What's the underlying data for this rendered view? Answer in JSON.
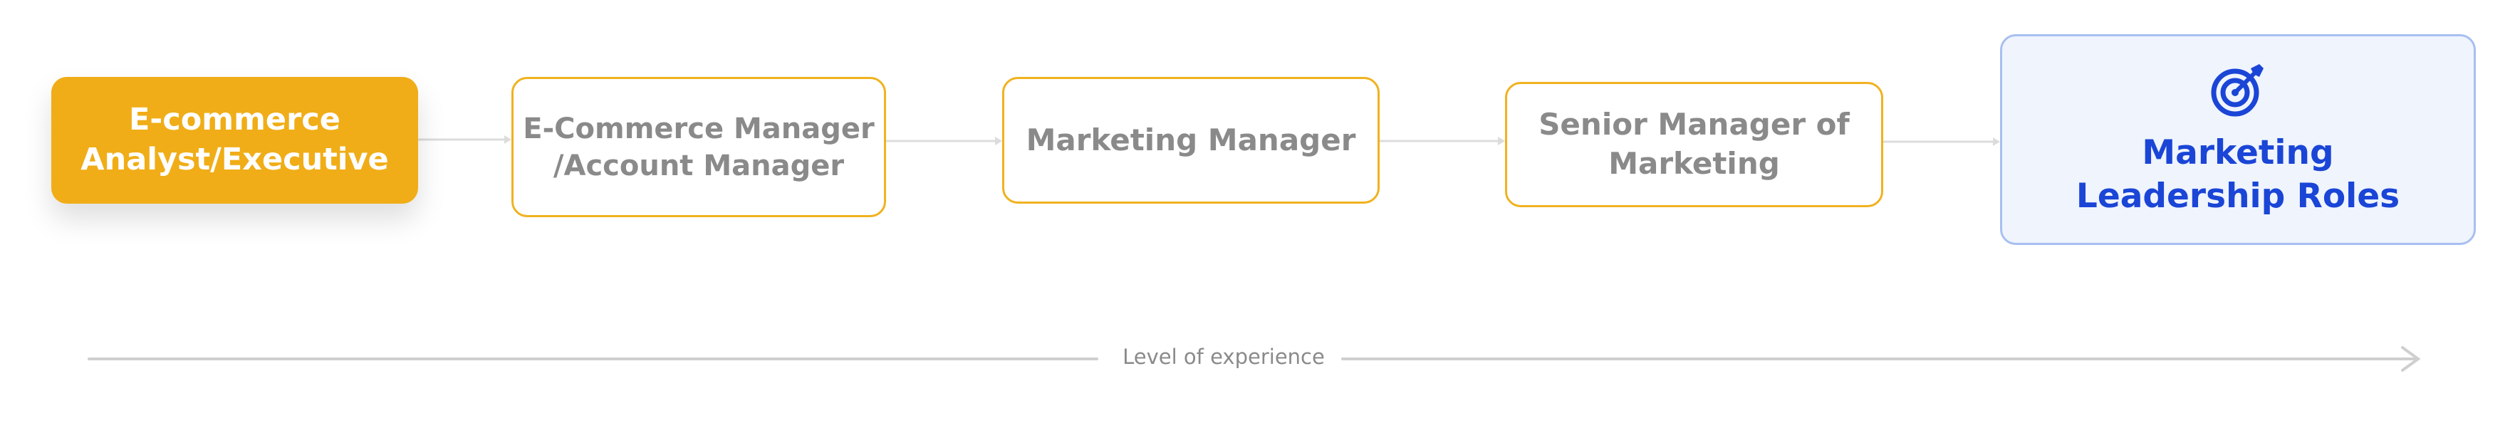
{
  "steps": [
    {
      "label": "E-commerce\nAnalyst/Executive"
    },
    {
      "label": "E-Commerce Manager\n/Account Manager"
    },
    {
      "label": "Marketing Manager"
    },
    {
      "label": "Senior Manager of\nMarketing"
    },
    {
      "label": "Marketing\nLeadership Roles",
      "icon": "target-icon"
    }
  ],
  "axis": {
    "label": "Level of experience"
  },
  "colors": {
    "primary_fill": "#f0ad17",
    "step_border": "#f0b21f",
    "step_text": "#8a8a8a",
    "goal_fill": "#eff4fd",
    "goal_border": "#a8bff0",
    "goal_text": "#1a45d6",
    "connector": "#d8d8d8",
    "axis_line": "#cfcfcf"
  }
}
